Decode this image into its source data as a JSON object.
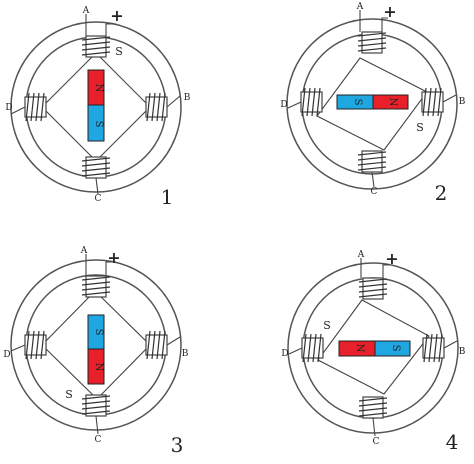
{
  "colors": {
    "north": "#e8202a",
    "south": "#1ea7e1",
    "line": "#444444"
  },
  "panels": [
    {
      "number": "1",
      "magnet": {
        "orientation": "vertical",
        "top_pole": "N",
        "bottom_pole": "S",
        "top_label": "N",
        "bottom_label": "S"
      },
      "terminal_labels": {
        "a": "A",
        "plus": "+",
        "b": "B",
        "c": "C",
        "d": "D"
      },
      "pole_marker": {
        "position": "top",
        "text": "S"
      }
    },
    {
      "number": "2",
      "magnet": {
        "orientation": "horizontal",
        "left_pole": "S",
        "right_pole": "N",
        "left_label": "S",
        "right_label": "N"
      },
      "terminal_labels": {
        "a": "A",
        "plus": "+",
        "b": "B",
        "c": "C",
        "d": "D"
      },
      "pole_marker": {
        "position": "right",
        "text": "S"
      }
    },
    {
      "number": "3",
      "magnet": {
        "orientation": "vertical",
        "top_pole": "S",
        "bottom_pole": "N",
        "top_label": "S",
        "bottom_label": "N"
      },
      "terminal_labels": {
        "a": "A",
        "plus": "+",
        "b": "B",
        "c": "C",
        "d": "D"
      },
      "pole_marker": {
        "position": "bottom",
        "text": "S"
      }
    },
    {
      "number": "4",
      "magnet": {
        "orientation": "horizontal",
        "left_pole": "N",
        "right_pole": "S",
        "left_label": "N",
        "right_label": "S"
      },
      "terminal_labels": {
        "a": "A",
        "plus": "+",
        "b": "B",
        "c": "C",
        "d": "D"
      },
      "pole_marker": {
        "position": "left",
        "text": "S"
      }
    }
  ]
}
